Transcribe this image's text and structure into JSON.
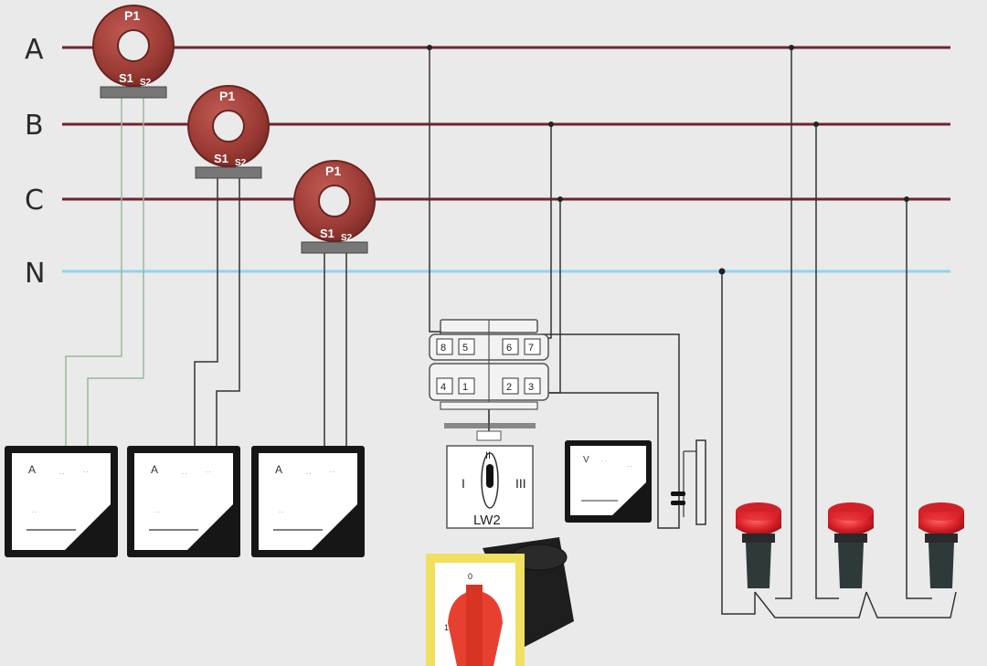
{
  "buses": [
    {
      "label": "A",
      "color": "#6e2430"
    },
    {
      "label": "B",
      "color": "#6e2430"
    },
    {
      "label": "C",
      "color": "#6e2430"
    },
    {
      "label": "N",
      "color": "#8fd4ee"
    }
  ],
  "current_transformers": [
    {
      "p_label": "P1",
      "s1_label": "S1",
      "s2_label": "S2"
    },
    {
      "p_label": "P1",
      "s1_label": "S1",
      "s2_label": "S2"
    },
    {
      "p_label": "P1",
      "s1_label": "S1",
      "s2_label": "S2"
    }
  ],
  "ammeters": [
    {
      "symbol": "A"
    },
    {
      "symbol": "A"
    },
    {
      "symbol": "A"
    }
  ],
  "selector_switch": {
    "label": "LW2",
    "pos_left": "I",
    "pos_top": "II",
    "pos_right": "III",
    "terminals_top": [
      "8",
      "5",
      "6",
      "7"
    ],
    "terminals_bottom": [
      "4",
      "1",
      "2",
      "3"
    ]
  },
  "voltmeter": {
    "symbol": "V"
  },
  "rotary_switch_photo": {
    "marks": [
      "0",
      "1"
    ]
  },
  "colors": {
    "background": "#eaeaea",
    "bus_phase": "#6e2430",
    "bus_neutral": "#8fd4ee",
    "ct_body": "#a2403a",
    "wire": "#3a3a3a",
    "lamp_red": "#d8202a",
    "switch_yellow": "#f0e060",
    "switch_red": "#e84030"
  }
}
